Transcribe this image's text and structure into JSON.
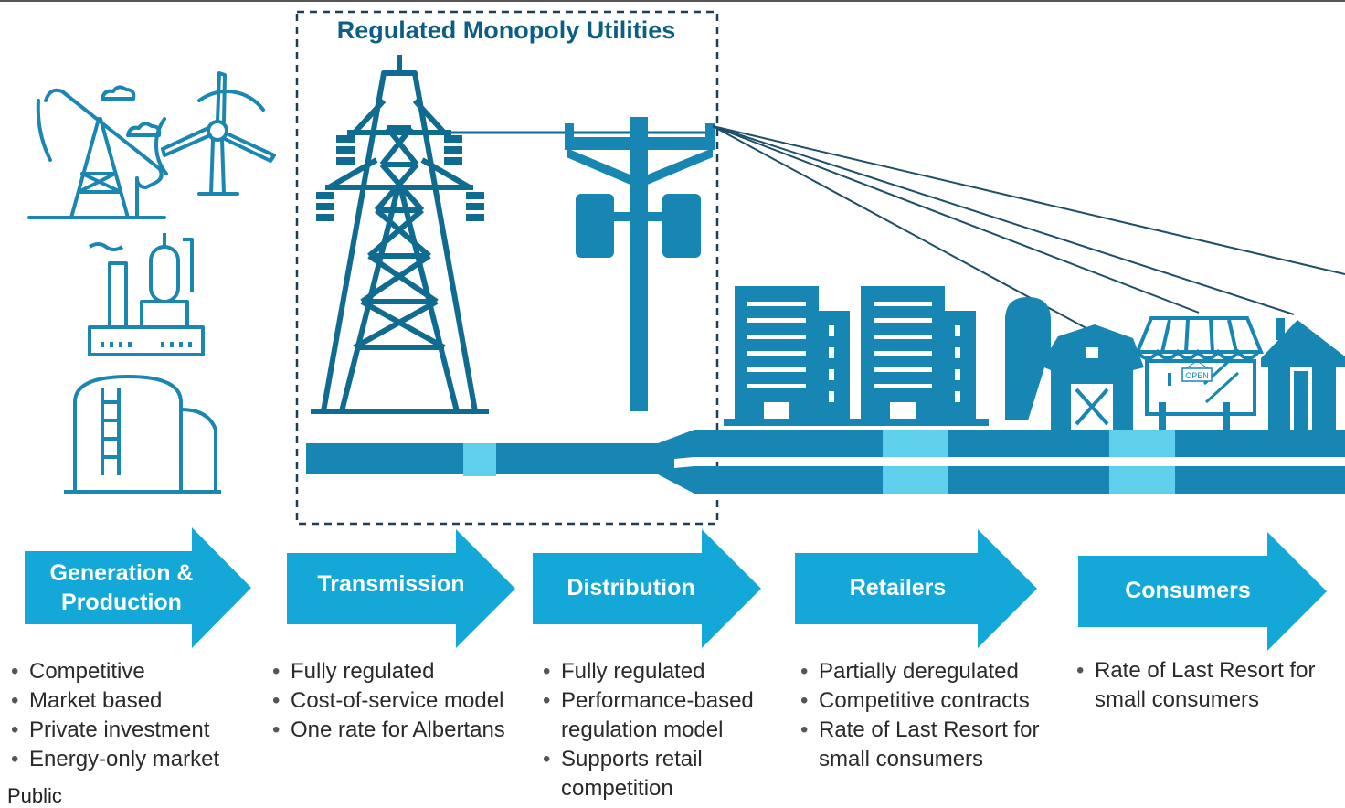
{
  "box_title": "Regulated Monopoly Utilities",
  "store_sign": "OPEN",
  "stages": [
    {
      "id": "generation",
      "label": "Generation &\nProduction",
      "bullets": [
        "Competitive",
        "Market based",
        "Private investment",
        "Energy-only market"
      ]
    },
    {
      "id": "transmission",
      "label": "Transmission",
      "bullets": [
        "Fully regulated",
        "Cost-of-service model",
        "One rate for Albertans"
      ]
    },
    {
      "id": "distribution",
      "label": "Distribution",
      "bullets": [
        "Fully regulated",
        "Performance-based regulation model",
        "Supports retail competition"
      ]
    },
    {
      "id": "retailers",
      "label": "Retailers",
      "bullets": [
        "Partially deregulated",
        "Competitive contracts",
        "Rate of Last Resort for small consumers"
      ]
    },
    {
      "id": "consumers",
      "label": "Consumers",
      "bullets": [
        "Rate of Last Resort for small consumers"
      ]
    }
  ],
  "footer": "Public",
  "colors": {
    "dark_teal": "#0f6b8f",
    "pipe_blue": "#1886b3",
    "arrow_blue": "#13a8d8",
    "light_blue": "#5fd0ec",
    "title_blue": "#0d5e86"
  },
  "icons": [
    "pumpjack-icon",
    "wind-turbine-icon",
    "refinery-icon",
    "storage-tank-icon",
    "transmission-tower-icon",
    "distribution-pole-icon",
    "office-building-icon",
    "farm-barn-icon",
    "silo-icon",
    "store-icon",
    "house-icon"
  ]
}
